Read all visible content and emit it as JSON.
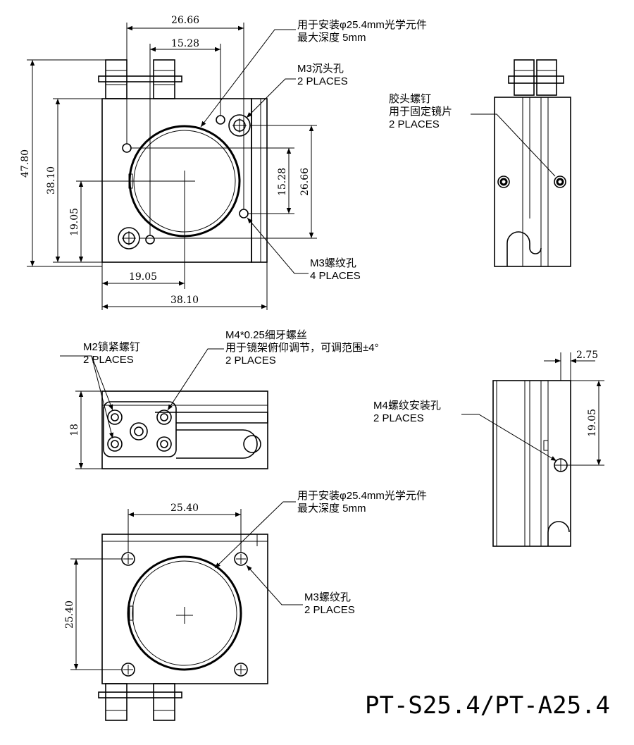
{
  "front_view": {
    "dims": {
      "top_outer": "26.66",
      "top_inner": "15.28",
      "height_total": "47.80",
      "height_body": "38.10",
      "height_center": "19.05",
      "right_outer": "26.66",
      "right_inner": "15.28",
      "bottom_center": "19.05",
      "bottom_width": "38.10"
    },
    "callouts": {
      "optic": [
        "用于安装φ25.4mm光学元件",
        "最大深度 5mm"
      ],
      "counterbore": [
        "M3沉头孔",
        "2 PLACES"
      ],
      "thread_hole": [
        "M3螺纹孔",
        "4 PLACES"
      ]
    }
  },
  "side_view": {
    "callout": [
      "胶头螺钉",
      "用于固定镜片",
      "2 PLACES"
    ]
  },
  "top_view": {
    "dims": {
      "height": "18"
    },
    "callouts": {
      "lock_screw": [
        "M2锁紧螺钉",
        "2 PLACES"
      ],
      "fine_screw": [
        "M4*0.25细牙螺丝",
        "用于镜架俯仰调节，可调范围±4°",
        "2 PLACES"
      ]
    }
  },
  "right_side_view": {
    "dims": {
      "offset": "2.75",
      "height": "19.05"
    },
    "callout": [
      "M4螺纹安装孔",
      "2 PLACES"
    ]
  },
  "back_view": {
    "dims": {
      "width": "25.40",
      "height": "25.40"
    },
    "callouts": {
      "optic": [
        "用于安装φ25.4mm光学元件",
        "最大深度 5mm"
      ],
      "thread_hole": [
        "M3螺纹孔",
        "2 PLACES"
      ]
    }
  },
  "model": "PT-S25.4/PT-A25.4"
}
